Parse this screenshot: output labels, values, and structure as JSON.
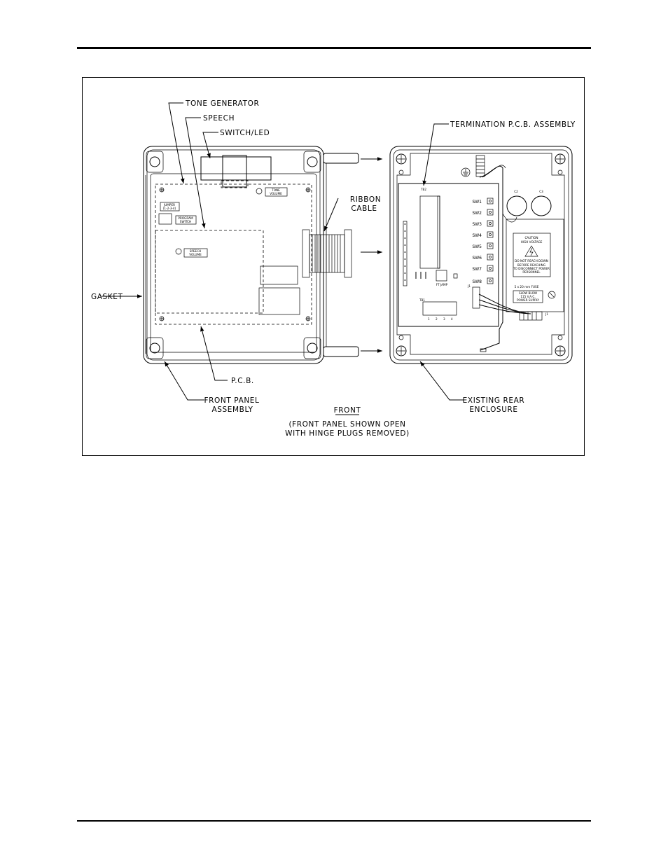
{
  "page": {
    "header_rule": "",
    "footer_rule": ""
  },
  "diagram": {
    "callouts": {
      "tone_generator": "TONE GENERATOR",
      "speech": "SPEECH",
      "switch_led": "SWITCH/LED",
      "ribbon_cable_1": "RIBBON",
      "ribbon_cable_2": "CABLE",
      "gasket": "GASKET",
      "pcb": "P.C.B.",
      "front_panel_1": "FRONT PANEL",
      "front_panel_2": "ASSEMBLY",
      "termination": "TERMINATION P.C.B. ASSEMBLY",
      "existing_rear_1": "EXISTING REAR",
      "existing_rear_2": "ENCLOSURE"
    },
    "caption": {
      "title": "FRONT",
      "line1": "(FRONT PANEL SHOWN OPEN",
      "line2": "WITH HINGE PLUGS REMOVED)"
    },
    "front_panel_labels": {
      "tone_volume_1": "TONE",
      "tone_volume_2": "VOLUME",
      "speech_volume_1": "SPEECH",
      "speech_volume_2": "VOLUME",
      "program_switch_1": "PROGRAM",
      "program_switch_2": "SWITCH",
      "jumper_1": "JUMPER",
      "jumper_2": "(1-2-3-4)"
    },
    "rear_labels": {
      "tb2": "TB2",
      "tb1": "TB1",
      "tb1_terminals": [
        "1",
        "2",
        "3",
        "4"
      ],
      "switches": [
        "SW1",
        "SW2",
        "SW3",
        "SW4",
        "SW5",
        "SW6",
        "SW7",
        "SW8"
      ],
      "c2": "C2",
      "c3": "C3",
      "j1": "J1",
      "ft_jamp": "FT JAMP",
      "caution_1": "CAUTION",
      "caution_2": "HIGH VOLTAGE",
      "caution_3": "DO NOT REACH DOWN",
      "caution_4": "BEFORE REACHING",
      "caution_5": "TO DISCONNECT POWER",
      "caution_6": "PERSONNEL",
      "fuse_1": "5 x 20 mm FUSE",
      "ps_1": "SLOW BLOW",
      "ps_2": "115 V.A.C.",
      "ps_3": "POWER SUPPLY"
    }
  }
}
